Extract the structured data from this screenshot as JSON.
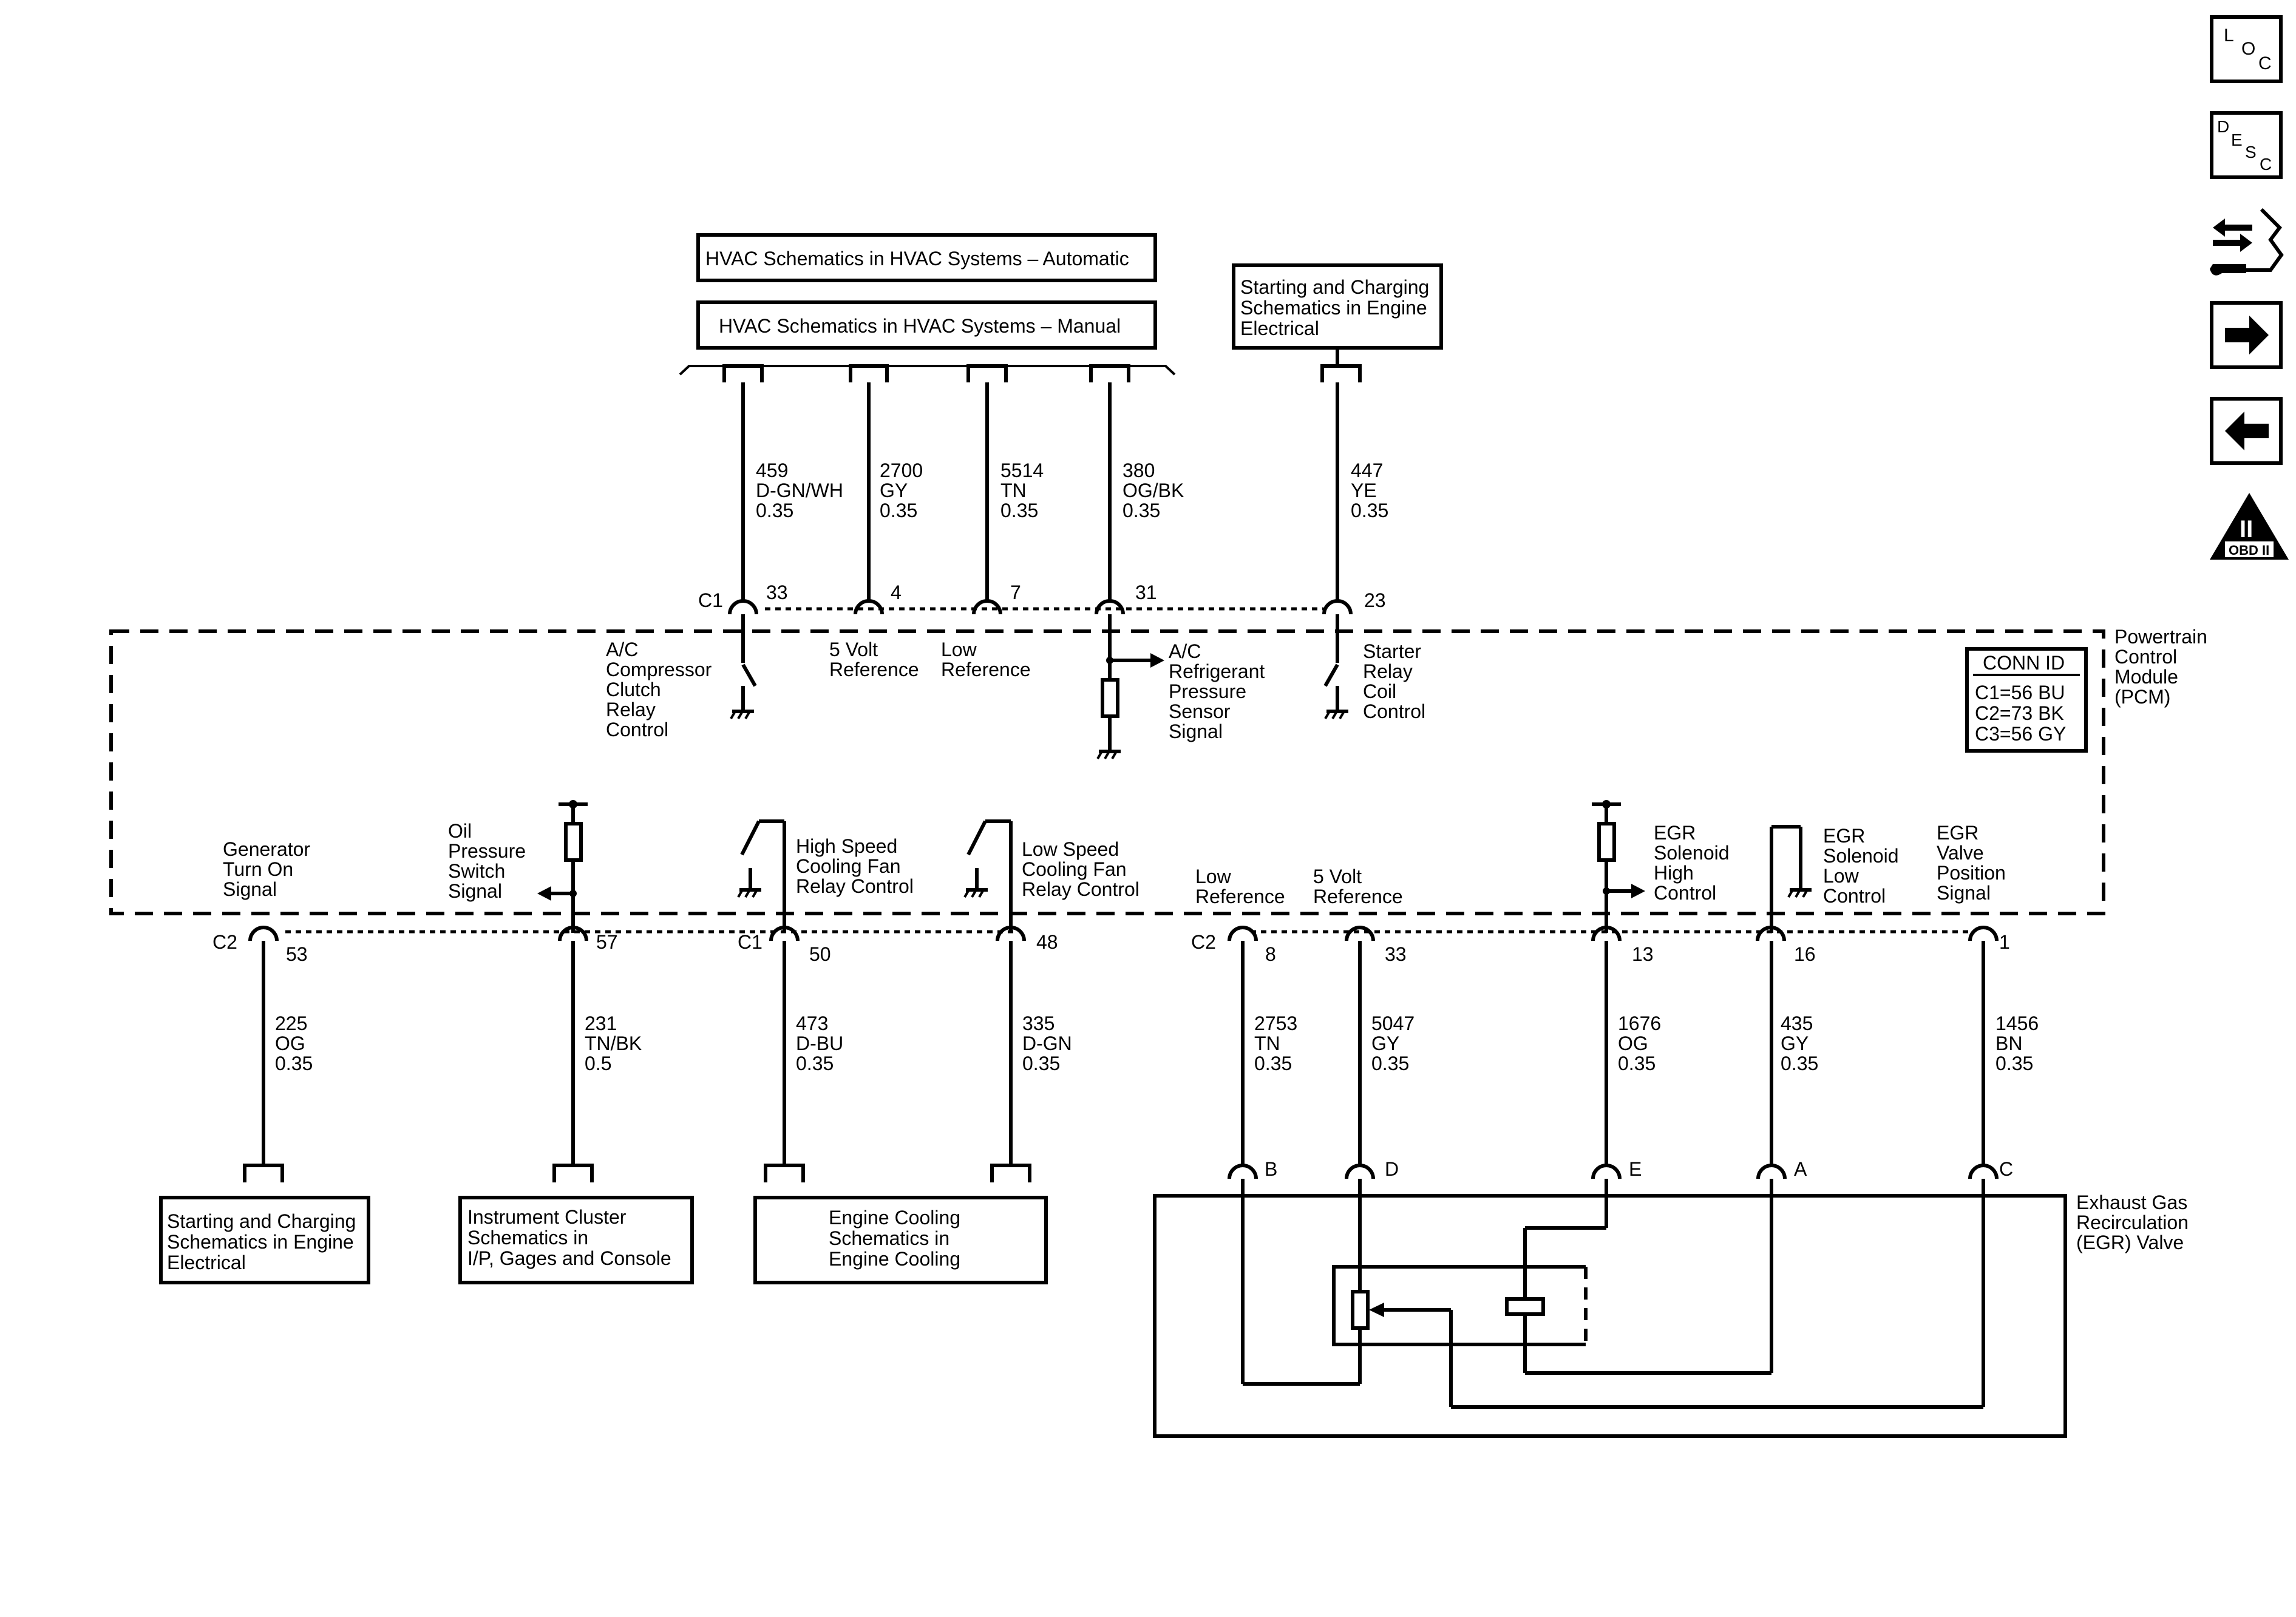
{
  "ref_boxes": {
    "hvac_auto": "HVAC Schematics in HVAC Systems – Automatic",
    "hvac_manual": "HVAC Schematics in HVAC Systems – Manual",
    "start_top": [
      "Starting and Charging",
      "Schematics in Engine",
      "Electrical"
    ],
    "start_bottom": [
      "Starting and Charging",
      "Schematics in Engine",
      "Electrical"
    ],
    "instrument": [
      "Instrument Cluster",
      "Schematics in",
      "I/P, Gages and Console"
    ],
    "cooling": [
      "Engine Cooling",
      "Schematics in",
      "Engine Cooling"
    ]
  },
  "module": {
    "name": [
      "Powertrain",
      "Control",
      "Module",
      "(PCM)"
    ],
    "conn_id_title": "CONN ID",
    "conn_ids": [
      "C1=56 BU",
      "C2=73 BK",
      "C3=56 GY"
    ]
  },
  "top_wires": [
    {
      "circuit": "459",
      "color": "D-GN/WH",
      "gauge": "0.35",
      "pin": "33",
      "connector": "C1",
      "label": [
        "A/C",
        "Compressor",
        "Clutch",
        "Relay",
        "Control"
      ]
    },
    {
      "circuit": "2700",
      "color": "GY",
      "gauge": "0.35",
      "pin": "4",
      "connector": "",
      "label": [
        "5 Volt",
        "Reference"
      ]
    },
    {
      "circuit": "5514",
      "color": "TN",
      "gauge": "0.35",
      "pin": "7",
      "connector": "",
      "label": [
        "Low",
        "Reference"
      ]
    },
    {
      "circuit": "380",
      "color": "OG/BK",
      "gauge": "0.35",
      "pin": "31",
      "connector": "",
      "label": [
        "A/C",
        "Refrigerant",
        "Pressure",
        "Sensor",
        "Signal"
      ]
    },
    {
      "circuit": "447",
      "color": "YE",
      "gauge": "0.35",
      "pin": "23",
      "connector": "",
      "label": [
        "Starter",
        "Relay",
        "Coil",
        "Control"
      ]
    }
  ],
  "bottom_left_wires": [
    {
      "circuit": "225",
      "color": "OG",
      "gauge": "0.35",
      "pin": "53",
      "connector": "C2",
      "label": [
        "Generator",
        "Turn On",
        "Signal"
      ]
    },
    {
      "circuit": "231",
      "color": "TN/BK",
      "gauge": "0.5",
      "pin": "57",
      "connector": "",
      "label": [
        "Oil",
        "Pressure",
        "Switch",
        "Signal"
      ]
    },
    {
      "circuit": "473",
      "color": "D-BU",
      "gauge": "0.35",
      "pin": "50",
      "connector": "C1",
      "label": [
        "High Speed",
        "Cooling Fan",
        "Relay Control"
      ]
    },
    {
      "circuit": "335",
      "color": "D-GN",
      "gauge": "0.35",
      "pin": "48",
      "connector": "",
      "label": [
        "Low Speed",
        "Cooling Fan",
        "Relay Control"
      ]
    }
  ],
  "bottom_right_wires": [
    {
      "circuit": "2753",
      "color": "TN",
      "gauge": "0.35",
      "pin": "8",
      "connector": "C2",
      "egr_pin": "B",
      "label": [
        "Low",
        "Reference"
      ]
    },
    {
      "circuit": "5047",
      "color": "GY",
      "gauge": "0.35",
      "pin": "33",
      "connector": "",
      "egr_pin": "D",
      "label": [
        "5 Volt",
        "Reference"
      ]
    },
    {
      "circuit": "1676",
      "color": "OG",
      "gauge": "0.35",
      "pin": "13",
      "connector": "",
      "egr_pin": "E",
      "label": [
        "EGR",
        "Solenoid",
        "High",
        "Control"
      ]
    },
    {
      "circuit": "435",
      "color": "GY",
      "gauge": "0.35",
      "pin": "16",
      "connector": "",
      "egr_pin": "A",
      "label": [
        "EGR",
        "Solenoid",
        "Low",
        "Control"
      ]
    },
    {
      "circuit": "1456",
      "color": "BN",
      "gauge": "0.35",
      "pin": "1",
      "connector": "",
      "egr_pin": "C",
      "label": [
        "EGR",
        "Valve",
        "Position",
        "Signal"
      ]
    }
  ],
  "egr_valve": [
    "Exhaust Gas",
    "Recirculation",
    "(EGR) Valve"
  ],
  "nav_icons": [
    {
      "name": "loc-icon",
      "letters": [
        "L",
        "O",
        "C"
      ]
    },
    {
      "name": "desc-icon",
      "letters": [
        "D",
        "E",
        "S",
        "C"
      ]
    },
    {
      "name": "connector-wrench-icon"
    },
    {
      "name": "next-arrow-icon"
    },
    {
      "name": "back-arrow-icon"
    },
    {
      "name": "obd-ii-icon",
      "text": "OBD II",
      "numeral": "II"
    }
  ]
}
